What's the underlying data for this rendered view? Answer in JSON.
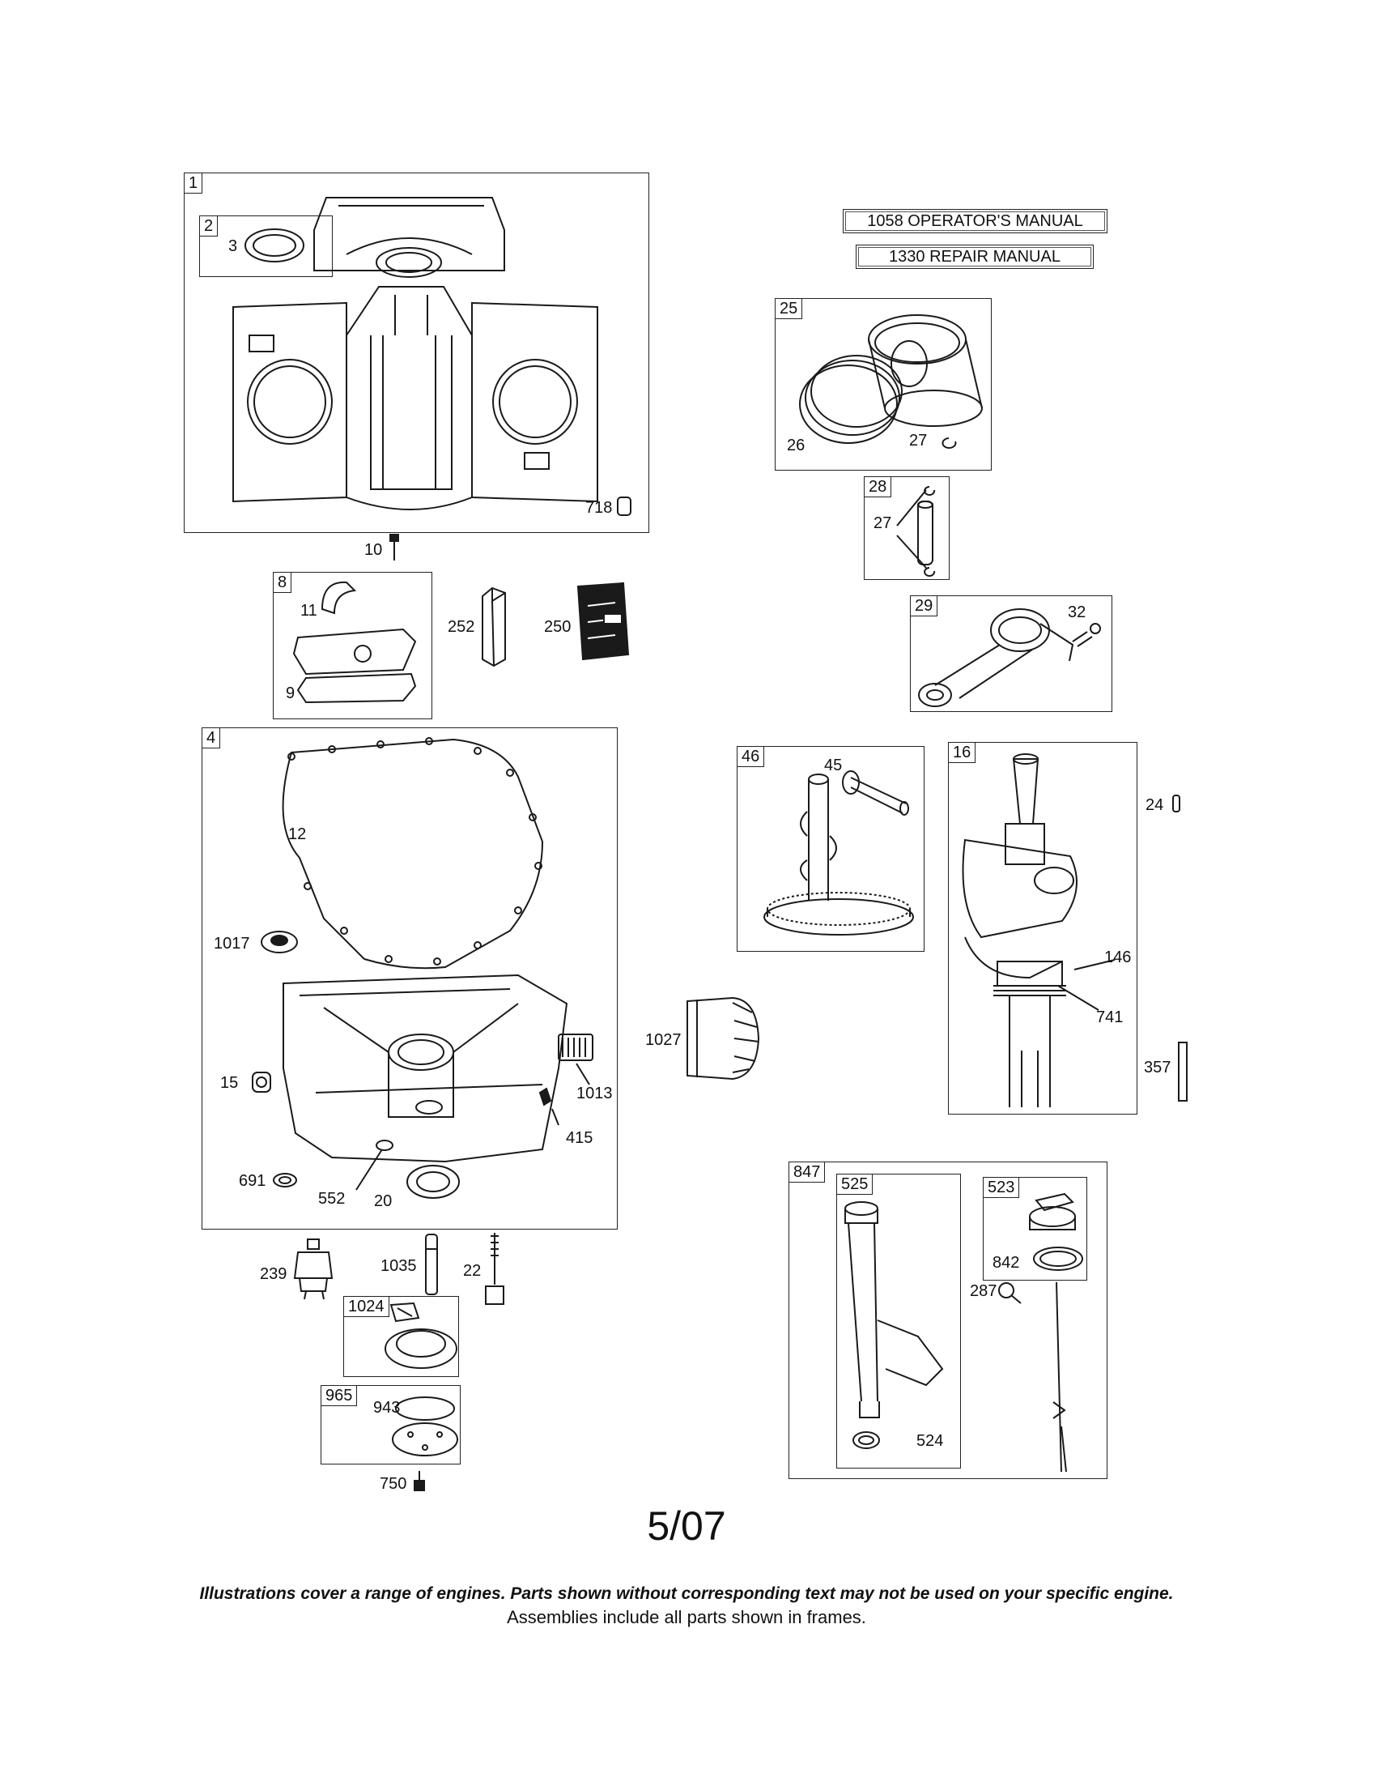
{
  "manuals": {
    "operators": "1058 OPERATOR'S MANUAL",
    "repair": "1330 REPAIR MANUAL"
  },
  "frames": {
    "f1": "1",
    "f2": "2",
    "f8": "8",
    "f4": "4",
    "f25": "25",
    "f28": "28",
    "f29": "29",
    "f46": "46",
    "f16": "16",
    "f847": "847",
    "f525": "525",
    "f523": "523",
    "f1024": "1024",
    "f965": "965"
  },
  "parts": {
    "p3": "3",
    "p718": "718",
    "p10": "10",
    "p11": "11",
    "p9": "9",
    "p252": "252",
    "p250": "250",
    "p12": "12",
    "p1017": "1017",
    "p15": "15",
    "p1013": "1013",
    "p415": "415",
    "p691": "691",
    "p552": "552",
    "p20": "20",
    "p1027": "1027",
    "p239": "239",
    "p1035": "1035",
    "p22": "22",
    "p943": "943",
    "p750": "750",
    "p26": "26",
    "p27a": "27",
    "p27b": "27",
    "p32": "32",
    "p45": "45",
    "p24": "24",
    "p146": "146",
    "p741": "741",
    "p357": "357",
    "p524": "524",
    "p842": "842",
    "p287": "287"
  },
  "footer": {
    "date": "5/07",
    "disclaimer": "Illustrations cover a range of engines. Parts shown without corresponding text may not be used on your specific engine.",
    "assemblies": "Assemblies include all parts shown in frames."
  }
}
